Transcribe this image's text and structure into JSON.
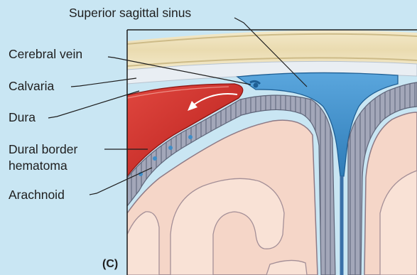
{
  "figure": {
    "panel_letter": "(C)",
    "labels": {
      "superior_sagittal_sinus": "Superior sagittal sinus",
      "cerebral_vein": "Cerebral vein",
      "calvaria": "Calvaria",
      "dura": "Dura",
      "dural_border_hematoma_line1": "Dural border",
      "dural_border_hematoma_line2": "hematoma",
      "arachnoid": "Arachnoid"
    },
    "colors": {
      "background": "#c9e6f3",
      "bone": "#efe3bf",
      "dura_membrane": "#e9eef3",
      "sinus_blue": "#3f8ec9",
      "hematoma_red": "#d4322c",
      "brain_pink": "#f5d6c8",
      "arachnoid_gray": "#9aa0b4"
    }
  }
}
